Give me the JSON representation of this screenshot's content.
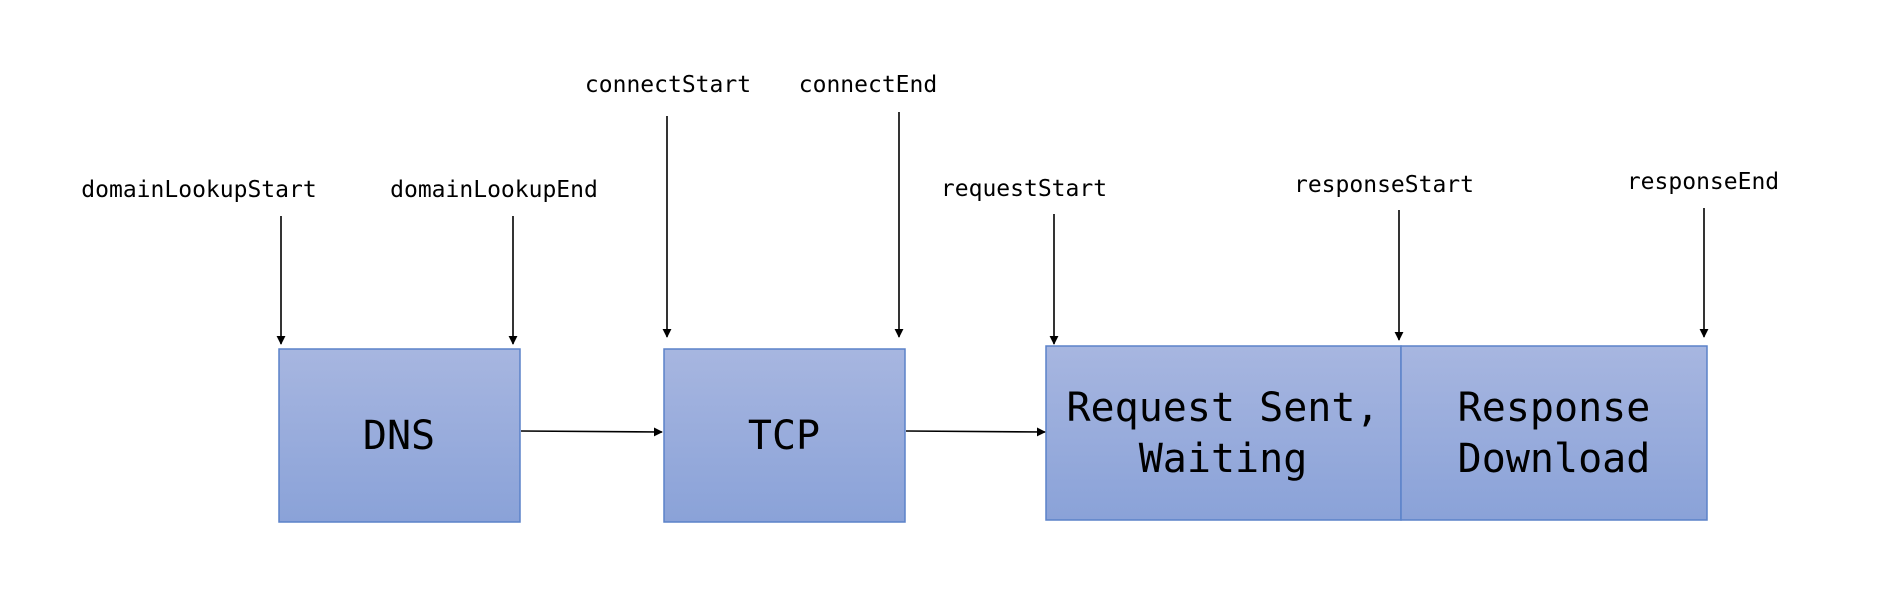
{
  "diagram": {
    "stages": [
      {
        "id": "dns",
        "lines": [
          "DNS"
        ]
      },
      {
        "id": "tcp",
        "lines": [
          "TCP"
        ]
      },
      {
        "id": "request",
        "lines": [
          "Request Sent,",
          "Waiting"
        ]
      },
      {
        "id": "response",
        "lines": [
          "Response",
          "Download"
        ]
      }
    ],
    "events": [
      "domainLookupStart",
      "domainLookupEnd",
      "connectStart",
      "connectEnd",
      "requestStart",
      "responseStart",
      "responseEnd"
    ],
    "colors": {
      "box_top": "#a7b6e0",
      "box_bottom": "#8aa2d8",
      "box_border": "#5b82c9",
      "arrow": "#000000",
      "text": "#000000"
    }
  }
}
